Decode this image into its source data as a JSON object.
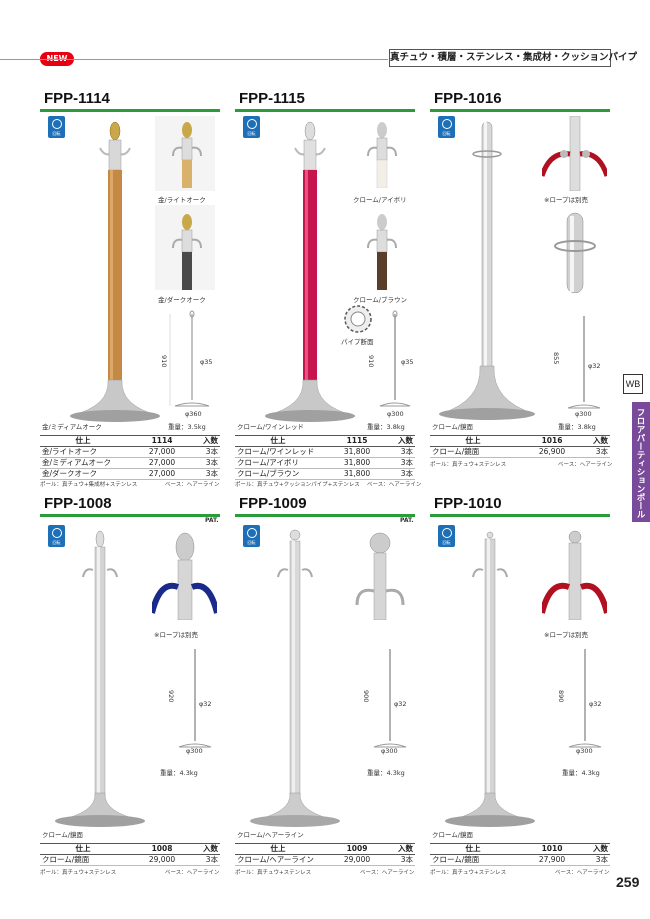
{
  "header": {
    "new_badge": "NEW",
    "category": "真チュウ・積層・ステンレス・集成材・クッションパイプ"
  },
  "side": {
    "wb_label": "WB",
    "tab_label": "フロアパーティションポール"
  },
  "page_number": "259",
  "colors": {
    "accent_green": "#2a9d3a",
    "tab_purple": "#7a4a9a",
    "new_red": "#e60012",
    "icon_blue": "#1d6fb8"
  },
  "rotation_icon": {
    "label": "回転"
  },
  "products": [
    {
      "model": "FPP-1114",
      "captions": [
        "金/ライトオーク",
        "金/ダークオーク",
        "金/ミディアムオーク"
      ],
      "dims": [
        "910",
        "φ35",
        "φ360"
      ],
      "weight": "重量：3.5kg",
      "table_headers": [
        "仕上",
        "1114",
        "入数"
      ],
      "rows": [
        [
          "金/ライトオーク",
          "27,000",
          "3本"
        ],
        [
          "金/ミディアムオーク",
          "27,000",
          "3本"
        ],
        [
          "金/ダークオーク",
          "27,000",
          "3本"
        ]
      ],
      "note_left": "ポール：真チュウ+集成材+ステンレス",
      "note_right": "ベース：ヘアーライン"
    },
    {
      "model": "FPP-1115",
      "captions": [
        "クローム/アイボリ",
        "クローム/ブラウン",
        "パイプ断面",
        "クローム/ワインレッド"
      ],
      "dims": [
        "910",
        "φ35",
        "φ300"
      ],
      "weight": "重量：3.8kg",
      "table_headers": [
        "仕上",
        "1115",
        "入数"
      ],
      "rows": [
        [
          "クローム/ワインレッド",
          "31,800",
          "3本"
        ],
        [
          "クローム/アイボリ",
          "31,800",
          "3本"
        ],
        [
          "クローム/ブラウン",
          "31,800",
          "3本"
        ]
      ],
      "note_left": "ポール：真チュウ+クッションパイプ+ステンレス",
      "note_right": "ベース：ヘアーライン"
    },
    {
      "model": "FPP-1016",
      "captions": [
        "※ロープは別売",
        "クローム/鏡面"
      ],
      "dims": [
        "855",
        "φ32",
        "φ300"
      ],
      "weight": "重量：3.8kg",
      "table_headers": [
        "仕上",
        "1016",
        "入数"
      ],
      "rows": [
        [
          "クローム/鏡面",
          "26,900",
          "3本"
        ]
      ],
      "note_left": "ポール：真チュウ+ステンレス",
      "note_right": "ベース：ヘアーライン"
    },
    {
      "model": "FPP-1008",
      "pat": "PAT.",
      "captions": [
        "※ロープは別売",
        "クローム/鏡面"
      ],
      "dims": [
        "920",
        "φ32",
        "φ300"
      ],
      "weight": "重量：4.3kg",
      "table_headers": [
        "仕上",
        "1008",
        "入数"
      ],
      "rows": [
        [
          "クローム/鏡面",
          "29,000",
          "3本"
        ]
      ],
      "note_left": "ポール：真チュウ+ステンレス",
      "note_right": "ベース：ヘアーライン"
    },
    {
      "model": "FPP-1009",
      "pat": "PAT.",
      "captions": [
        "クローム/ヘアーライン"
      ],
      "dims": [
        "900",
        "φ32",
        "φ300"
      ],
      "weight": "重量：4.3kg",
      "table_headers": [
        "仕上",
        "1009",
        "入数"
      ],
      "rows": [
        [
          "クローム/ヘアーライン",
          "29,000",
          "3本"
        ]
      ],
      "note_left": "ポール：真チュウ+ステンレス",
      "note_right": "ベース：ヘアーライン"
    },
    {
      "model": "FPP-1010",
      "captions": [
        "※ロープは別売",
        "クローム/鏡面"
      ],
      "dims": [
        "890",
        "φ32",
        "φ300"
      ],
      "weight": "重量：4.3kg",
      "table_headers": [
        "仕上",
        "1010",
        "入数"
      ],
      "rows": [
        [
          "クローム/鏡面",
          "27,900",
          "3本"
        ]
      ],
      "note_left": "ポール：真チュウ+ステンレス",
      "note_right": "ベース：ヘアーライン"
    }
  ]
}
